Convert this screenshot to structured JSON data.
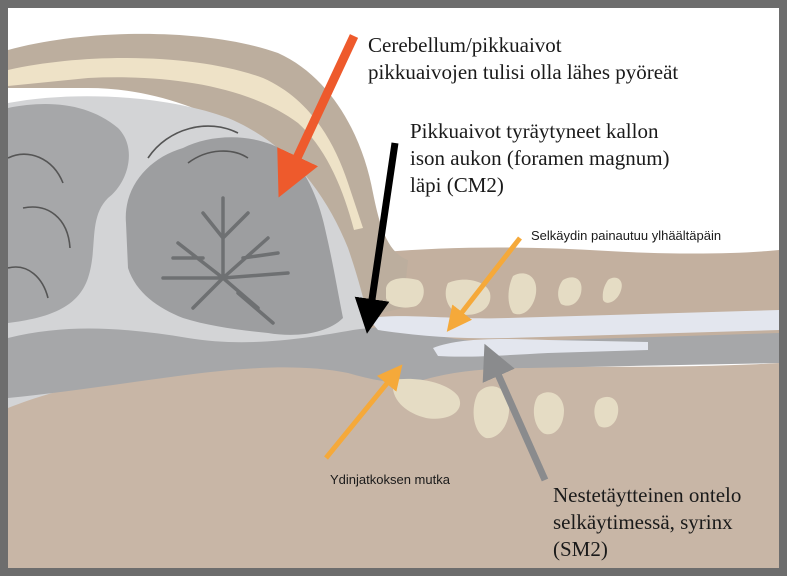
{
  "labels": {
    "cerebellum": "Cerebellum/pikkuaivot\npikkuaivojen tulisi olla lähes pyöreät",
    "herniation": "Pikkuaivot tyräytyneet kallon\nison aukon (foramen magnum)\nläpi (CM2)",
    "cord_compression": "Selkäydin painautuu ylhäältäpäin",
    "medulla_kink": "Ydinjatkoksen mutka",
    "syrinx": "Nestetäytteinen ontelo\nselkäytimessä, syrinx\n(SM2)"
  },
  "colors": {
    "frame": "#6d6d6d",
    "tissue": "#c8b6a6",
    "skull": "#bcae9e",
    "skull_marrow": "#eee2c7",
    "brain": "#a6a7a9",
    "brain_light": "#d3d4d6",
    "vertebra": "#e5dcc4",
    "csf": "#e3e6ee",
    "arrow_red": "#ee5a2c",
    "arrow_black": "#000000",
    "arrow_orange": "#f5a93a",
    "arrow_gray": "#8a8b8d"
  },
  "icons": [
    "arrow-icon"
  ]
}
